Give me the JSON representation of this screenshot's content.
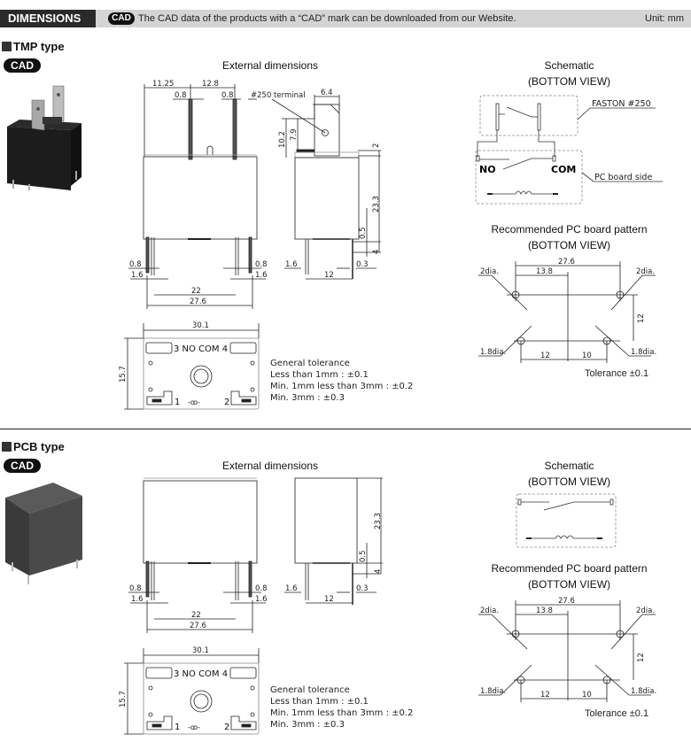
{
  "header": {
    "tag": "DIMENSIONS",
    "cad_badge": "CAD",
    "note": "The CAD data of the products with a “CAD” mark can be downloaded from our Website.",
    "unit": "Unit: mm"
  },
  "sections": [
    {
      "title": "TMP type",
      "cad_badge": "CAD",
      "product_image": "relay-tmp-photo",
      "external": {
        "title": "External dimensions",
        "dims": {
          "w_left": "11.25",
          "w_mid": "12.8",
          "pin_l": "0.8",
          "pin_r": "0.8",
          "terminal_label": "#250 terminal",
          "tab_w": "6.4",
          "h_total_top": "10.2",
          "h_tab": "7.9",
          "step": "2",
          "body_h": "23.3",
          "pin_off": "0.5",
          "pin_len": "4",
          "pin_w_l": "0.8",
          "pin_pitch_l": "1.6",
          "pin_w_r": "0.8",
          "pin_pitch_r": "1.6",
          "span_inner": "22",
          "span_outer": "27.6",
          "side_pin": "1.6",
          "side_span": "12",
          "side_off": "0.3",
          "bottom_w": "30.1",
          "bottom_h": "15.7",
          "bottom_label": "3 NO COM 4",
          "pin1": "1",
          "pin2": "2",
          "coil": "-ꝏ-"
        }
      },
      "tolerance": {
        "title": "General tolerance",
        "lines": [
          "Less than 1mm : ±0.1",
          "Min. 1mm less than 3mm : ±0.2",
          "Min. 3mm : ±0.3"
        ]
      },
      "schematic": {
        "title": "Schematic",
        "subtitle": "(BOTTOM VIEW)",
        "faston_label": "FASTON #250",
        "pcb_side_label": "PC board side",
        "no_label": "NO",
        "com_label": "COM"
      },
      "pcb_pattern": {
        "title": "Recommended PC board pattern",
        "subtitle": "(BOTTOM VIEW)",
        "span": "27.6",
        "half": "13.8",
        "row_gap": "12",
        "left_gap": "12",
        "right_gap": "10",
        "hole_large": "2dia.",
        "hole_small": "1.8dia.",
        "tolerance": "Tolerance ±0.1"
      }
    },
    {
      "title": "PCB type",
      "cad_badge": "CAD",
      "product_image": "relay-pcb-photo",
      "external": {
        "title": "External dimensions",
        "dims": {
          "body_h": "23.3",
          "pin_off": "0.5",
          "pin_len": "4",
          "pin_w_l": "0.8",
          "pin_pitch_l": "1.6",
          "pin_w_r": "0.8",
          "pin_pitch_r": "1.6",
          "span_inner": "22",
          "span_outer": "27.6",
          "side_pin": "1.6",
          "side_span": "12",
          "side_off": "0.3",
          "bottom_w": "30.1",
          "bottom_h": "15.7",
          "bottom_label": "3 NO COM 4",
          "pin1": "1",
          "pin2": "2",
          "coil": "-ꝏ-"
        }
      },
      "tolerance": {
        "title": "General tolerance",
        "lines": [
          "Less than 1mm : ±0.1",
          "Min. 1mm less than 3mm : ±0.2",
          "Min. 3mm : ±0.3"
        ]
      },
      "schematic": {
        "title": "Schematic",
        "subtitle": "(BOTTOM VIEW)"
      },
      "pcb_pattern": {
        "title": "Recommended PC board pattern",
        "subtitle": "(BOTTOM VIEW)",
        "span": "27.6",
        "half": "13.8",
        "row_gap": "12",
        "left_gap": "12",
        "right_gap": "10",
        "hole_large": "2dia.",
        "hole_small": "1.8dia.",
        "tolerance": "Tolerance ±0.1"
      }
    }
  ],
  "colors": {
    "header_bg": "#d4d4d4",
    "tag_bg": "#2a2a2a",
    "badge": "#111111"
  }
}
